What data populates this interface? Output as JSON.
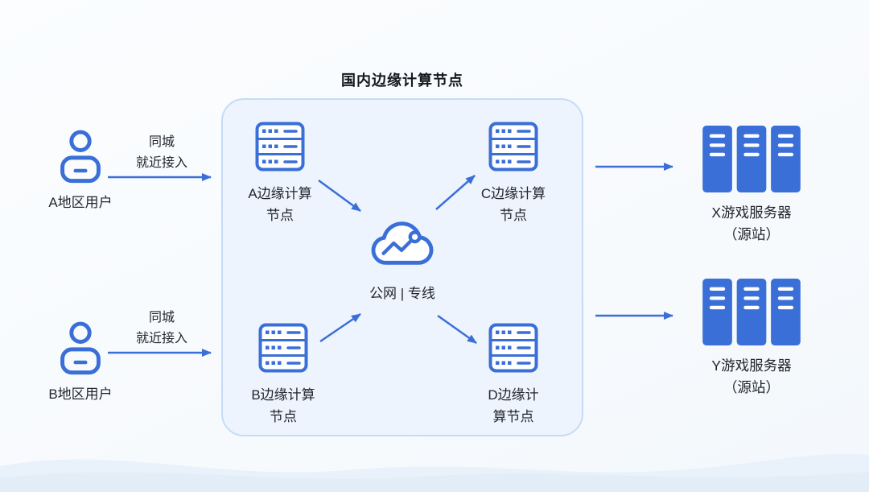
{
  "title": "国内边缘计算节点",
  "left": {
    "user_a": {
      "label": "A地区用户",
      "access_line1": "同城",
      "access_line2": "就近接入"
    },
    "user_b": {
      "label": "B地区用户",
      "access_line1": "同城",
      "access_line2": "就近接入"
    }
  },
  "nodes": {
    "a": {
      "line1": "A边缘计算",
      "line2": "节点"
    },
    "c": {
      "line1": "C边缘计算",
      "line2": "节点"
    },
    "b": {
      "line1": "B边缘计算",
      "line2": "节点"
    },
    "d": {
      "line1": "D边缘计",
      "line2": "算节点"
    }
  },
  "cloud": {
    "label": "公网 | 专线"
  },
  "right": {
    "server_x": {
      "line1": "X游戏服务器",
      "line2": "（源站）"
    },
    "server_y": {
      "line1": "Y游戏服务器",
      "line2": "（源站）"
    }
  },
  "colors": {
    "primary_blue": "#3A6FD8",
    "box_fill": "#EDF4FD",
    "box_border": "#C5DBF7",
    "text_dark": "#22262C"
  }
}
